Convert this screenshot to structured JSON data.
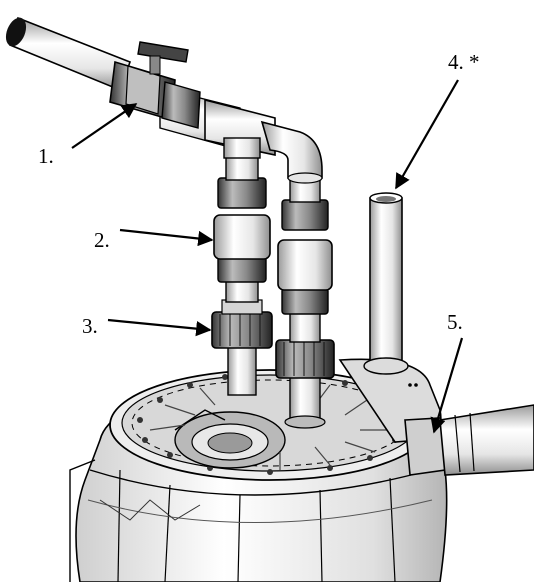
{
  "callouts": [
    {
      "id": "c1",
      "label": "1."
    },
    {
      "id": "c2",
      "label": "2."
    },
    {
      "id": "c3",
      "label": "3."
    },
    {
      "id": "c4",
      "label": "4. *"
    },
    {
      "id": "c5",
      "label": "5."
    }
  ],
  "colors": {
    "ink": "#000000",
    "metal_light": "#f2f2f2",
    "metal_mid": "#d9d9d9",
    "metal_dark": "#7a7a7a",
    "plastic_dark": "#2a2a2a",
    "background": "#ffffff"
  }
}
